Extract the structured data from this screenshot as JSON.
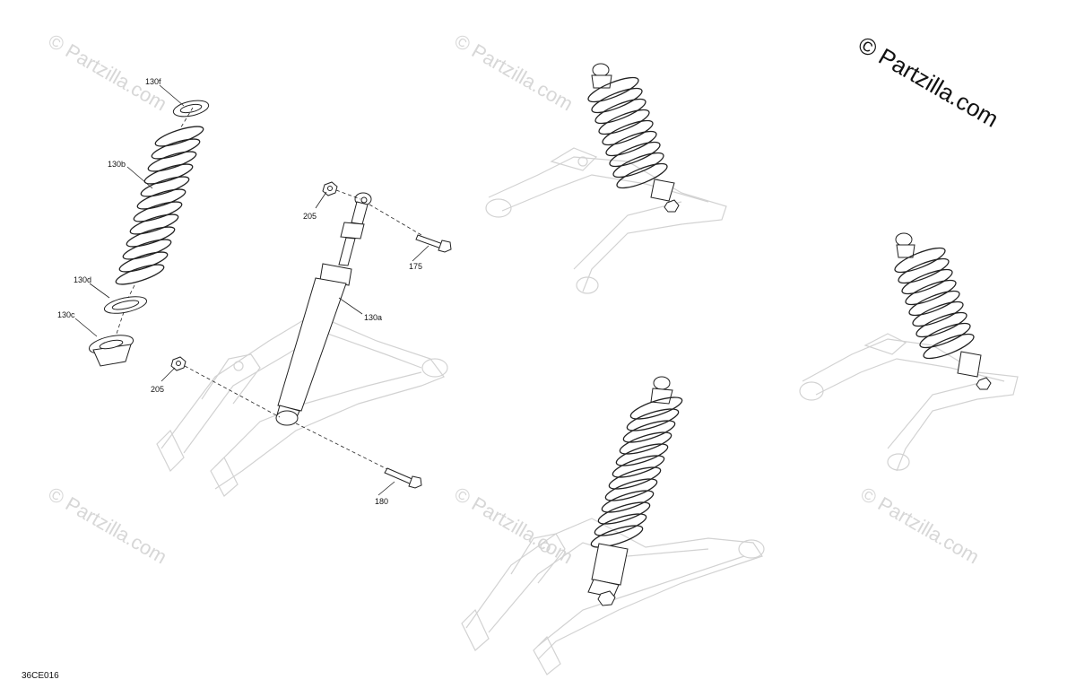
{
  "diagram": {
    "callouts": {
      "c130f": "130f",
      "c130b": "130b",
      "c130d": "130d",
      "c130c": "130c",
      "c205_top": "205",
      "c175": "175",
      "c130a": "130a",
      "c205_bottom": "205",
      "c180": "180"
    },
    "watermark_text": "© Partzilla.com",
    "brand_watermark": "© Partzilla.com",
    "figure_code": "36CE016"
  }
}
